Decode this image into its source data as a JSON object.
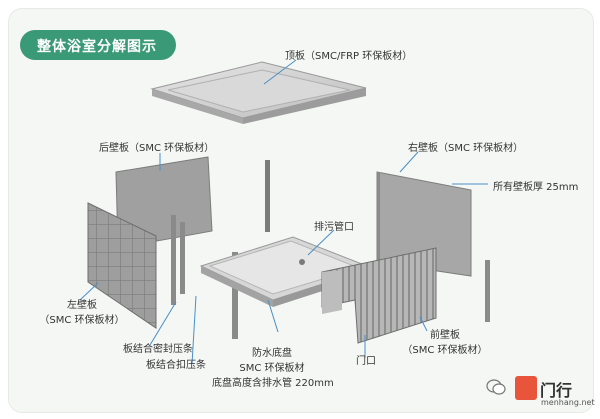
{
  "title": "整体浴室分解图示",
  "labels": {
    "top_panel": "顶板（SMC/FRP 环保板材）",
    "back_wall": "后壁板（SMC 环保板材）",
    "right_wall": "右壁板（SMC 环保板材）",
    "wall_thickness": "所有壁板厚 25mm",
    "drain": "排污管口",
    "left_wall_line1": "左壁板",
    "left_wall_line2": "（SMC 环保板材）",
    "front_wall_line1": "前壁板",
    "front_wall_line2": "（SMC 环保板材）",
    "seal_strip": "板结合密封压条",
    "clip_strip": "板结合扣压条",
    "base_line1": "防水底盘",
    "base_line2": "SMC 环保板材",
    "base_line3": "底盘高度含排水管 220mm",
    "door": "门口"
  },
  "watermark": {
    "brand": "门行",
    "site": "menhang.net"
  },
  "colors": {
    "accent": "#3a9a78",
    "panel": "#c8c8c8",
    "panel_dark": "#8f8f8f",
    "leader": "#4a8fc7"
  }
}
